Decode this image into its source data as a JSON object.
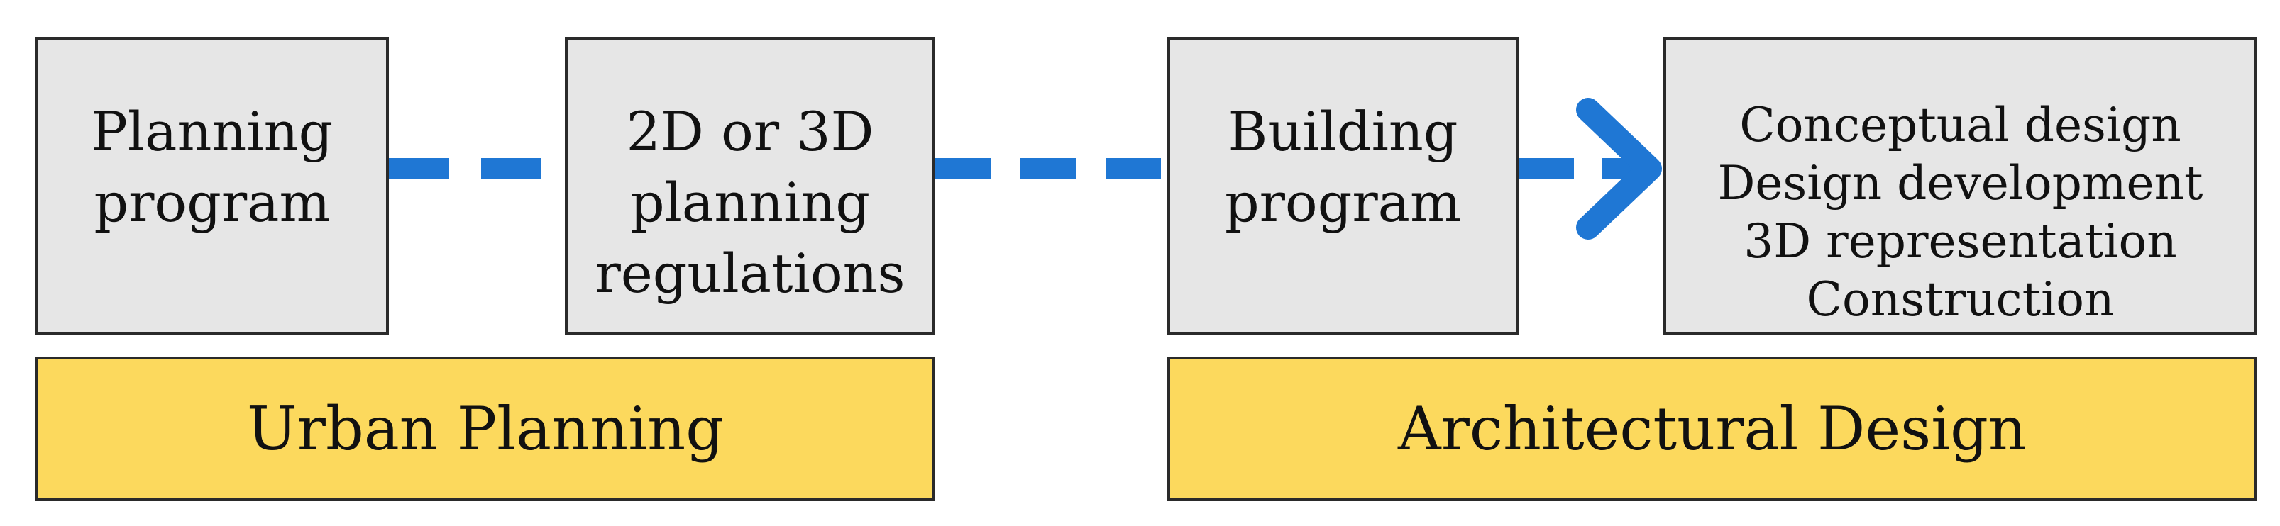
{
  "colors": {
    "box_fill": "#e6e6e6",
    "band_fill": "#fcd95d",
    "connector": "#1f77d4",
    "border": "#2a2a2a"
  },
  "boxes": {
    "planning_program": {
      "lines": [
        "Planning",
        "program"
      ]
    },
    "regulations": {
      "lines": [
        "2D or 3D",
        "planning",
        "regulations"
      ]
    },
    "building_program": {
      "lines": [
        "Building",
        "program"
      ]
    },
    "design_stages": {
      "lines": [
        "Conceptual design",
        "Design development",
        "3D representation",
        "Construction"
      ]
    }
  },
  "bands": {
    "urban_planning": "Urban Planning",
    "architectural_design": "Architectural Design"
  },
  "connectors": [
    {
      "from": "planning_program",
      "to": "regulations",
      "style": "dashed"
    },
    {
      "from": "regulations",
      "to": "building_program",
      "style": "dashed"
    },
    {
      "from": "building_program",
      "to": "design_stages",
      "style": "dashed-arrow"
    }
  ]
}
